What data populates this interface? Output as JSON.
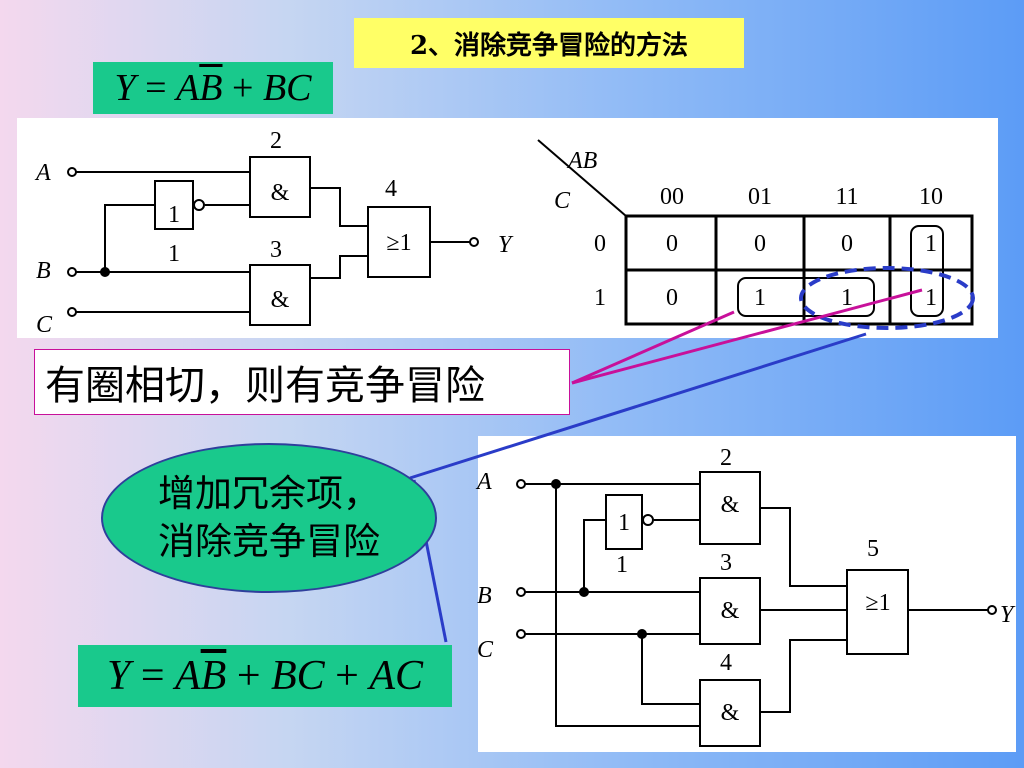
{
  "title": "2、消除竞争冒险的方法",
  "equation1": {
    "y": "Y",
    "eq": "=",
    "a": "A",
    "b_bar": "B",
    "plus": "+",
    "bc": "BC"
  },
  "equation2": {
    "y": "Y",
    "eq": "=",
    "a": "A",
    "b_bar": "B",
    "plus1": "+",
    "bc": "BC",
    "plus2": "+",
    "ac": "AC"
  },
  "circuit1": {
    "inputs": [
      "A",
      "B",
      "C"
    ],
    "output": "Y",
    "gate_numbers": [
      "1",
      "2",
      "3",
      "4"
    ],
    "gate_symbols": {
      "not": "1",
      "and": "&",
      "or": "≥1"
    }
  },
  "kmap": {
    "row_var": "C",
    "col_var": "AB",
    "col_headers": [
      "00",
      "01",
      "11",
      "10"
    ],
    "row_headers": [
      "0",
      "1"
    ],
    "cells": [
      [
        "0",
        "0",
        "0",
        "1"
      ],
      [
        "0",
        "1",
        "1",
        "1"
      ]
    ]
  },
  "note": "有圈相切，则有竞争冒险",
  "callout": {
    "line1": "增加冗余项，",
    "line2": "消除竞争冒险"
  },
  "circuit2": {
    "inputs": [
      "A",
      "B",
      "C"
    ],
    "output": "Y",
    "gate_numbers": [
      "1",
      "2",
      "3",
      "4",
      "5"
    ],
    "gate_symbols": {
      "not": "1",
      "and": "&",
      "or": "≥1"
    }
  },
  "colors": {
    "title_bg": "#ffff66",
    "equation_bg": "#19c98c",
    "pointer_magenta": "#c8109a",
    "pointer_blue": "#2a3cc8",
    "dashed_loop": "#2a3cc8"
  }
}
